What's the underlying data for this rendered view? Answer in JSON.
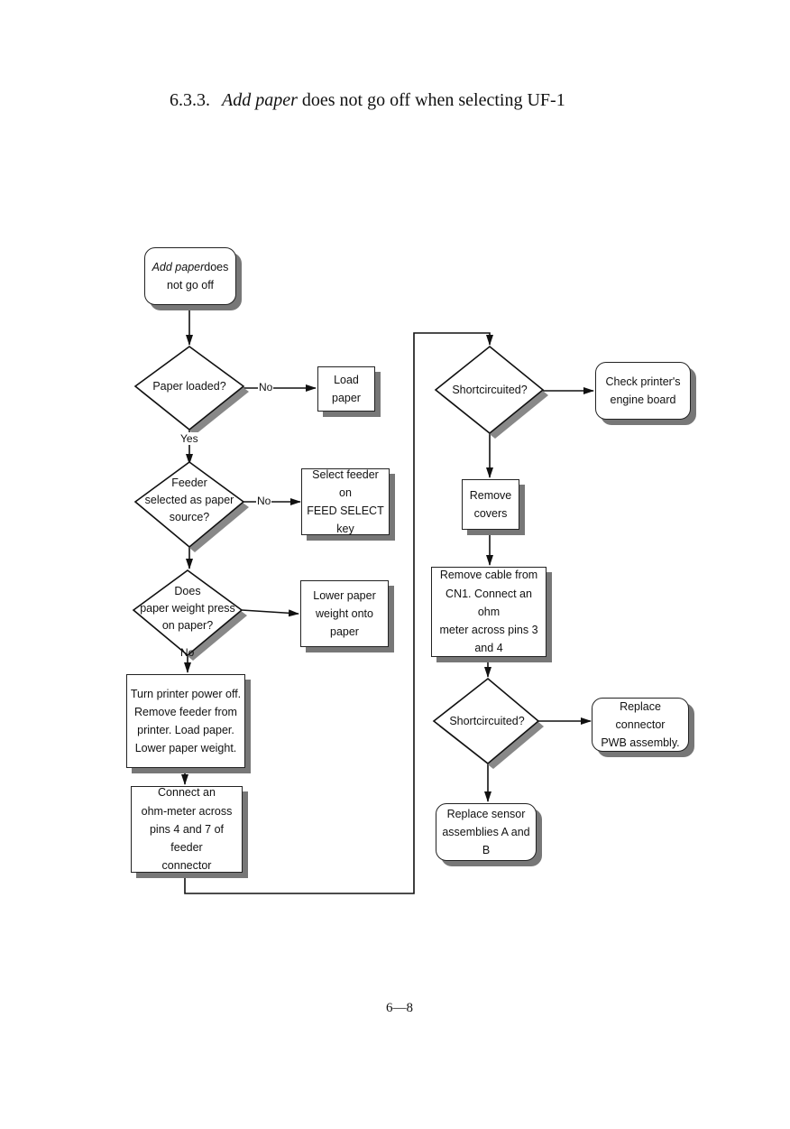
{
  "heading": {
    "number": "6.3.3.",
    "italic": "Add paper",
    "rest": "does not go off when selecting UF-1"
  },
  "flowchart": {
    "start": {
      "italic": "Add paper",
      "rest": "does",
      "line2": "not go off"
    },
    "decision_paper_loaded": "Paper loaded?",
    "action_load_paper": "Load\npaper",
    "label_no_1": "No",
    "label_yes": "Yes",
    "decision_feeder_selected": "Feeder\nselected as paper\nsource?",
    "action_select_feeder": "Select feeder on\nFEED SELECT\nkey",
    "label_no_2": "No",
    "decision_paper_weight": "Does\npaper weight press\non paper?",
    "action_lower_weight": "Lower paper\nweight onto\npaper",
    "label_no_3": "No",
    "action_turn_off": "Turn printer power off.\nRemove feeder from\nprinter. Load paper.\nLower paper weight.",
    "action_connect_ohm": "Connect an\nohm-meter across\npins 4 and 7 of feeder\nconnector",
    "decision_shortcircuited_1": "Shortcircuited?",
    "action_check_engine": "Check printer's\nengine board",
    "action_remove_covers": "Remove\ncovers",
    "action_remove_cable": "Remove cable from\nCN1. Connect an ohm\nmeter across pins 3\nand 4",
    "decision_shortcircuited_2": "Shortcircuited?",
    "action_replace_connector": "Replace connector\nPWB assembly.",
    "action_replace_sensor": "Replace sensor\nassemblies A and B"
  },
  "page_number": "6—8"
}
